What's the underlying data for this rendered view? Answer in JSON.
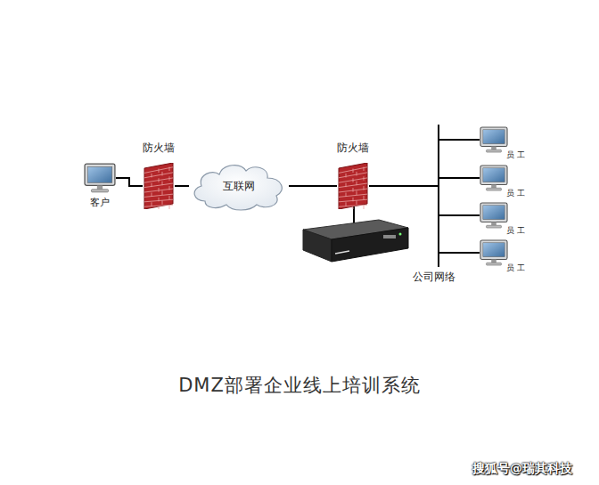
{
  "diagram": {
    "title": "DMZ部署企业线上培训系统",
    "nodes": [
      {
        "text": [
          "客户"
        ]
      },
      {
        "text": [
          "防火墙"
        ]
      },
      {
        "text": [
          "互联网"
        ]
      },
      {
        "text": [
          "防火墙"
        ]
      },
      {
        "text": [
          "员工"
        ]
      },
      {
        "text": [
          "员工"
        ]
      },
      {
        "text": [
          "员工"
        ]
      },
      {
        "text": [
          "员工"
        ]
      }
    ],
    "edges": [
      {
        "from": 0,
        "to": 1,
        "arrow": "none"
      },
      {
        "from": 1,
        "to": 2,
        "arrow": "none"
      },
      {
        "from": 2,
        "to": 3,
        "arrow": "none"
      },
      {
        "from": 3,
        "to": 4,
        "arrow": "none"
      },
      {
        "from": 3,
        "to": 5,
        "arrow": "none"
      },
      {
        "from": 3,
        "to": 6,
        "arrow": "none"
      },
      {
        "from": 3,
        "to": 7,
        "arrow": "none"
      }
    ],
    "labels": [
      "公司网络",
      "搜狐号@瑞其科技"
    ]
  }
}
